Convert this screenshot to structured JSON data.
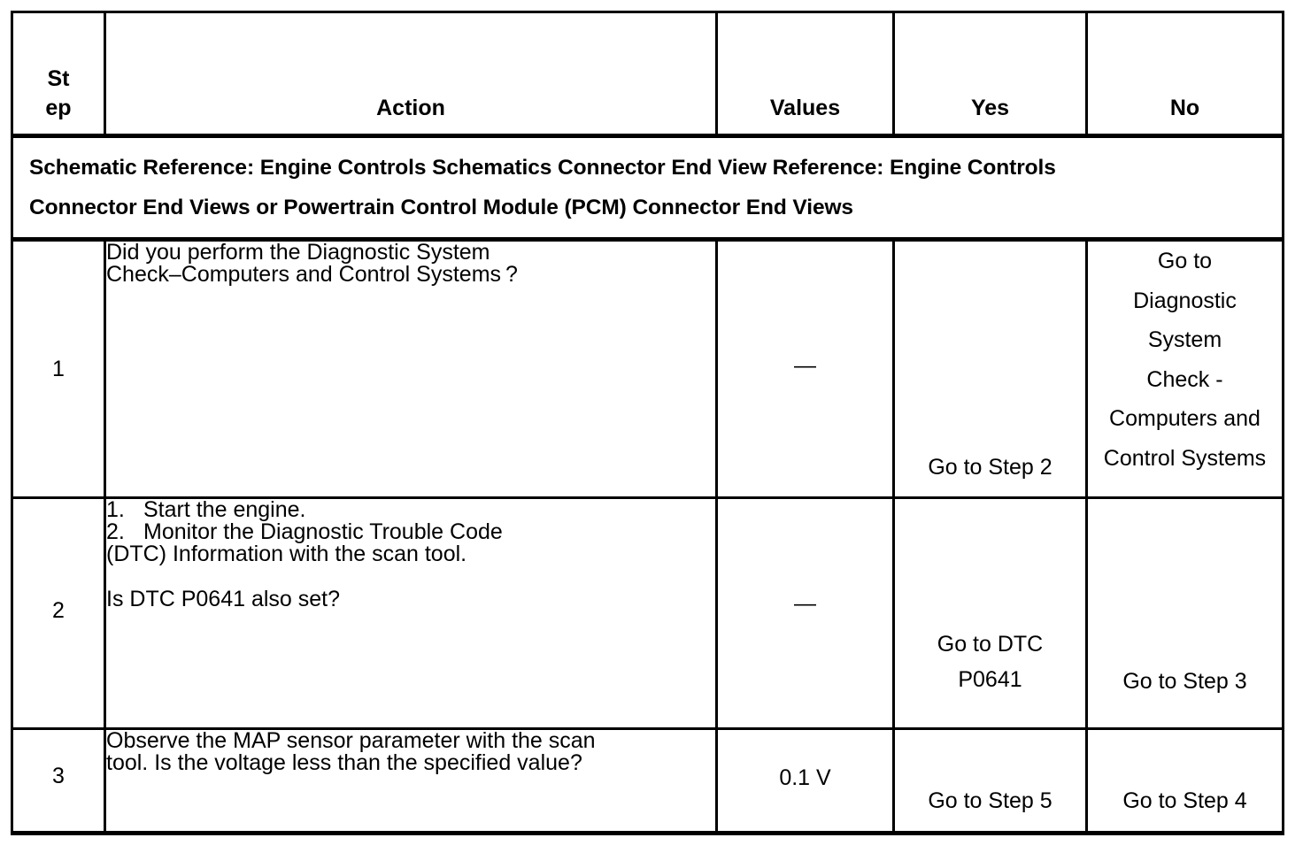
{
  "document": {
    "type": "diagnostic-procedure-table",
    "title": "Diagnostic Procedure Table"
  },
  "table": {
    "headers": {
      "step_line1": "St",
      "step_line2": "ep",
      "action": "Action",
      "values": "Values",
      "yes": "Yes",
      "no": "No"
    },
    "banner": {
      "line1": "Schematic Reference: Engine Controls Schematics Connector End View Reference: Engine Controls",
      "line2": "Connector End Views or Powertrain Control Module (PCM) Connector End Views"
    },
    "rows": [
      {
        "step": "1",
        "action_lines": [
          "Did you perform the Diagnostic System",
          "Check–Computers and Control Systems ?"
        ],
        "values": "—",
        "yes_lines": [
          "Go to Step 2"
        ],
        "no_lines": [
          "Go to",
          "Diagnostic",
          "System",
          "Check -",
          "Computers and",
          "Control Systems"
        ]
      },
      {
        "step": "2",
        "action_items": [
          {
            "num": "1.",
            "text": "Start the engine."
          },
          {
            "num": "2.",
            "text": "Monitor the Diagnostic Trouble Code"
          }
        ],
        "action_continuation": "(DTC) Information with the scan tool.",
        "action_question": " Is DTC P0641 also set?",
        "values": "—",
        "yes_lines": [
          "Go to DTC",
          "P0641"
        ],
        "no_lines": [
          "Go to Step 3"
        ]
      },
      {
        "step": "3",
        "action_lines": [
          "Observe the MAP sensor parameter with the scan",
          "tool. Is the voltage less than the specified value?"
        ],
        "values": "0.1 V",
        "yes_lines": [
          "Go to Step 5"
        ],
        "no_lines": [
          "Go to Step 4"
        ]
      }
    ]
  },
  "colors": {
    "border": "#000000",
    "text": "#000000",
    "background": "#ffffff"
  }
}
